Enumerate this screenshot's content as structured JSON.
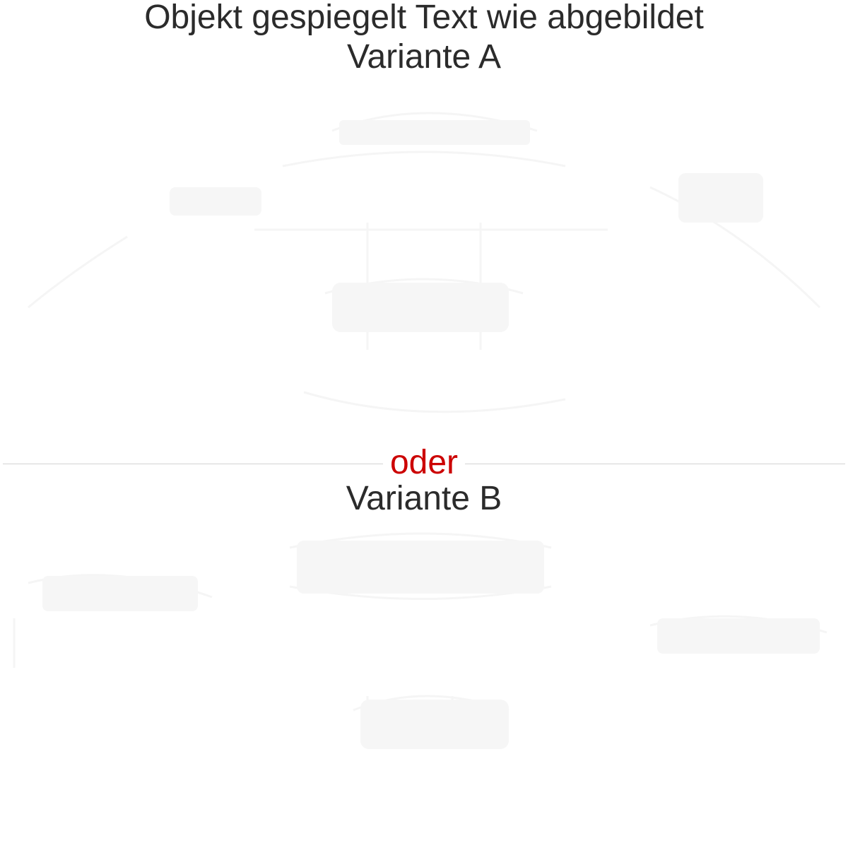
{
  "title": "Objekt gespiegelt Text wie abgebildet",
  "variant_a_label": "Variante A",
  "separator_label": "oder",
  "variant_b_label": "Variante B",
  "colors": {
    "text": "#2b2b2b",
    "accent": "#cc0000",
    "separator": "#d3d3d3",
    "faint": "#f4f4f4",
    "background": "#ffffff"
  }
}
